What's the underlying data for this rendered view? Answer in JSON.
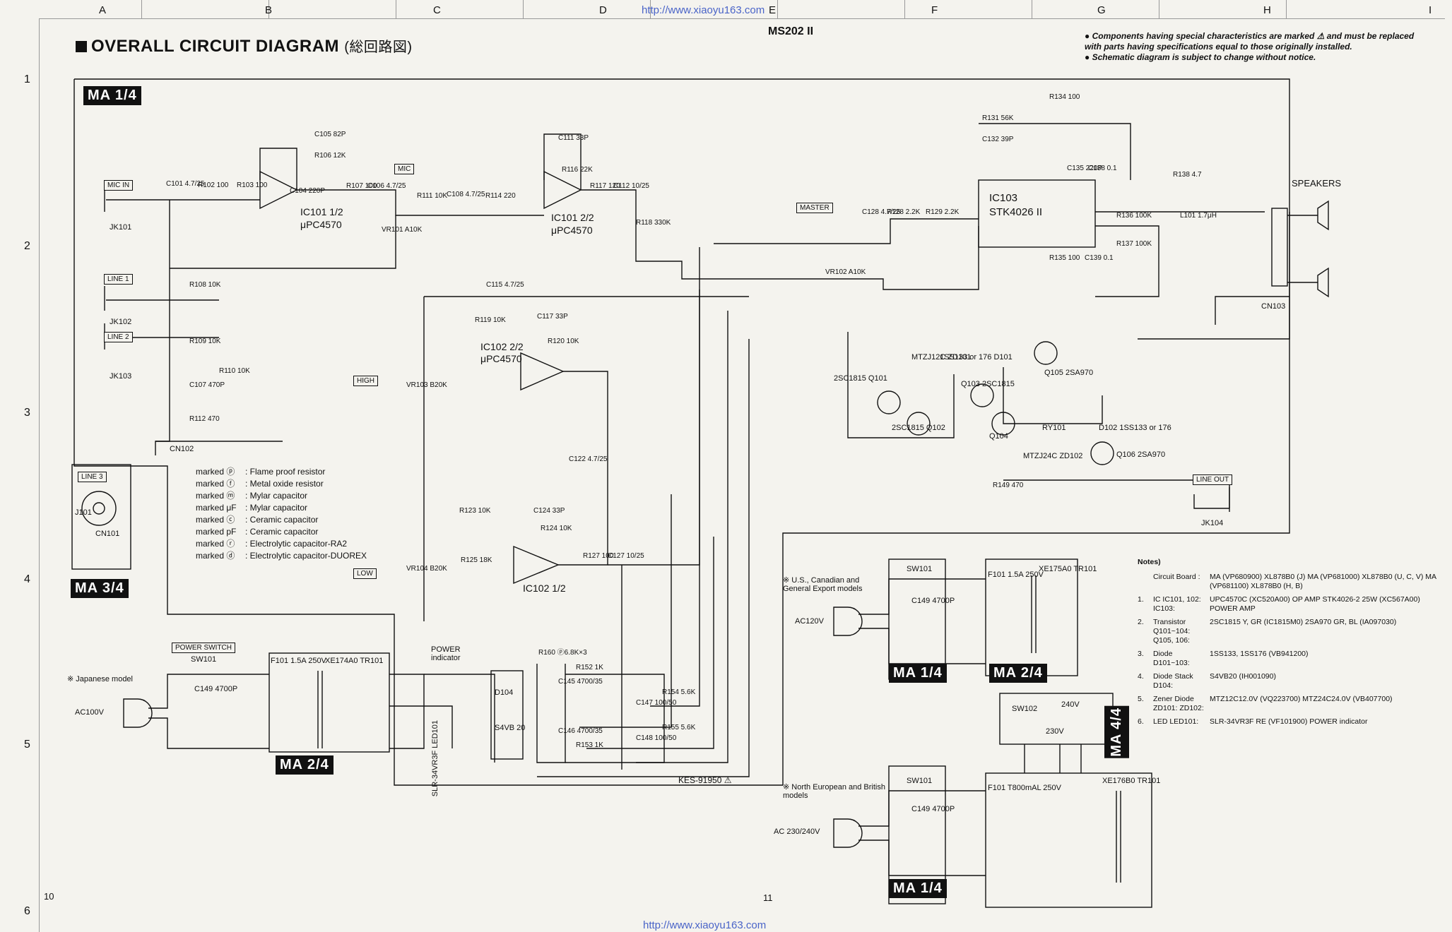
{
  "grid": {
    "columns": [
      "A",
      "B",
      "C",
      "D",
      "E",
      "F",
      "G",
      "H",
      "I"
    ],
    "rows": [
      "1",
      "2",
      "3",
      "4",
      "5",
      "6"
    ]
  },
  "header": {
    "title": "OVERALL CIRCUIT DIAGRAM",
    "title_jp": "(総回路図)",
    "model": "MS202 II",
    "url": "http://www.xiaoyu163.com",
    "note_1": "● Components having special characteristics are marked ⚠ and must be replaced with parts having specifications equal to those originally installed.",
    "note_2": "● Schematic diagram is subject to change without notice."
  },
  "board_tags": {
    "ma14_top": "MA 1/4",
    "ma34": "MA 3/4",
    "ma24_jp": "MA 2/4",
    "ma14_us": "MA 1/4",
    "ma24_us": "MA 2/4",
    "ma44": "MA 4/4",
    "ma14_eu": "MA 1/4"
  },
  "box_labels": {
    "mic_in": "MIC IN",
    "line1": "LINE 1",
    "line2": "LINE 2",
    "line3": "LINE 3",
    "mic": "MIC",
    "high": "HIGH",
    "low": "LOW",
    "master": "MASTER",
    "line_out": "LINE OUT",
    "power_switch": "POWER SWITCH"
  },
  "labels": {
    "speakers": "SPEAKERS",
    "jk101": "JK101",
    "jk102": "JK102",
    "jk103": "JK103",
    "jk104": "JK104",
    "j101": "J101",
    "cn101": "CN101",
    "cn102": "CN102",
    "cn103": "CN103",
    "ic101a": "IC101 1/2",
    "ic101a_type": "μPC4570",
    "ic101b": "IC101 2/2",
    "ic101b_type": "μPC4570",
    "ic102b": "IC102 2/2",
    "ic102b_type": "μPC4570",
    "ic102a": "IC102 1/2",
    "ic103": "IC103",
    "ic103_type": "STK4026 II",
    "q101": "2SC1815 Q101",
    "q102": "2SC1815 Q102",
    "q103": "Q103 2SC1815",
    "q104": "Q104",
    "q105": "Q105 2SA970",
    "q106": "Q106 2SA970",
    "japanese_model": "※ Japanese model",
    "us_model": "※ U.S., Canadian and General Export models",
    "eu_model": "※ North European and British models",
    "ac100": "AC100V",
    "ac120": "AC120V",
    "ac230": "AC 230/240V",
    "power_indicator": "POWER indicator",
    "d104": "D104",
    "s4vb": "S4VB 20",
    "kes": "KES-91950 ⚠",
    "f101_jp": "F101 1.5A 250V",
    "f101_us": "F101 1.5A 250V",
    "f101_eu": "F101 T800mAL 250V",
    "tr101_jp": "XE174A0 TR101",
    "tr101_us": "XE175A0 TR101",
    "tr101_eu": "XE176B0 TR101",
    "sw101": "SW101",
    "sw102": "SW102",
    "v240": "240V",
    "v230": "230V",
    "c149": "C149 4700P",
    "led": "SLR-34VR3F LED101",
    "page_left": "10",
    "page_right": "11"
  },
  "legend": [
    {
      "mark": "marked ⓟ",
      "desc": ": Flame proof resistor"
    },
    {
      "mark": "marked ⓕ",
      "desc": ": Metal oxide resistor"
    },
    {
      "mark": "marked ⓜ",
      "desc": ": Mylar capacitor"
    },
    {
      "mark": "marked μF",
      "desc": ": Mylar capacitor"
    },
    {
      "mark": "marked ⓒ",
      "desc": ": Ceramic capacitor"
    },
    {
      "mark": "marked pF",
      "desc": ": Ceramic capacitor"
    },
    {
      "mark": "marked ⓡ",
      "desc": ": Electrolytic capacitor-RA2"
    },
    {
      "mark": "marked ⓓ",
      "desc": ": Electrolytic capacitor-DUOREX"
    }
  ],
  "notes": {
    "heading": "Notes)",
    "items": [
      {
        "num": "",
        "label": "Circuit Board :",
        "value": "MA (VP680900) XL878B0 (J)  MA (VP681000) XL878B0 (U, C, V)  MA (VP681100) XL878B0 (H, B)"
      },
      {
        "num": "1.",
        "label": "IC  IC101, 102:  IC103:",
        "value": "UPC4570C (XC520A00) OP AMP  STK4026-2 25W (XC567A00) POWER AMP"
      },
      {
        "num": "2.",
        "label": "Transistor  Q101~104:  Q105, 106:",
        "value": "2SC1815 Y, GR (IC1815M0)  2SA970 GR, BL (IA097030)"
      },
      {
        "num": "3.",
        "label": "Diode  D101~103:",
        "value": "1SS133, 1SS176 (VB941200)"
      },
      {
        "num": "4.",
        "label": "Diode Stack  D104:",
        "value": "S4VB20 (IH001090)"
      },
      {
        "num": "5.",
        "label": "Zener Diode  ZD101:  ZD102:",
        "value": "MTZ12C12.0V (VQ223700)  MTZ24C24.0V (VB407700)"
      },
      {
        "num": "6.",
        "label": "LED  LED101:",
        "value": "SLR-34VR3F RE (VF101900) POWER indicator"
      }
    ]
  },
  "parts": {
    "c105": "C105 82P",
    "r106": "R106 12K",
    "c101": "C101 4.7/25",
    "r102": "R102 100",
    "r103": "R103 100",
    "c104": "C104 220P",
    "r107": "R107 100",
    "c106": "C106 4.7/25",
    "r111": "R111 10K",
    "c108": "C108 4.7/25",
    "r114": "R114 220",
    "c111": "C111 33P",
    "r116": "R116 22K",
    "r117": "R117 120",
    "c112": "C112 10/25",
    "r118": "R118 330K",
    "c115": "C115 4.7/25",
    "r119": "R119 10K",
    "c117": "C117 33P",
    "r120": "R120 10K",
    "r108": "R108 10K",
    "r109": "R109 10K",
    "r110": "R110 10K",
    "c107": "C107 470P",
    "r112": "R112 470",
    "c122": "C122 4.7/25",
    "r123": "R123 10K",
    "c124": "C124 33P",
    "r124": "R124 10K",
    "r125": "R125 18K",
    "r127": "R127 100",
    "c127": "C127 10/25",
    "r131": "R131 56K",
    "c132": "C132 39P",
    "r134": "R134 100",
    "c135": "C135 220P",
    "c138": "C138 0.1",
    "r138": "R138 4.7",
    "l101": "L101 1.7μH",
    "c128": "C128 4.7/25",
    "r128": "R128 2.2K",
    "r129": "R129 2.2K",
    "r136": "R136 100K",
    "r137": "R137 100K",
    "r135": "R135 100",
    "c139": "C139 0.1",
    "vr101": "VR101 A10K",
    "vr102": "VR102 A10K",
    "vr103": "VR103 B20K",
    "vr104": "VR104 B20K",
    "zd101": "MTZJ12C ZD101",
    "d101": "1SS133 or 176 D101",
    "d102": "D102 1SS133 or 176",
    "zd102": "MTZJ24C ZD102",
    "ry101": "RY101",
    "r149": "R149 470",
    "r152": "R152 1K",
    "r153": "R153 1K",
    "r160": "R160 ⓟ6.8K×3",
    "c145": "C145 4700/35",
    "c146": "C146 4700/35",
    "c147": "C147 100/50",
    "c148": "C148 100/50",
    "r154": "R154 5.6K",
    "r155": "R155 5.6K"
  }
}
